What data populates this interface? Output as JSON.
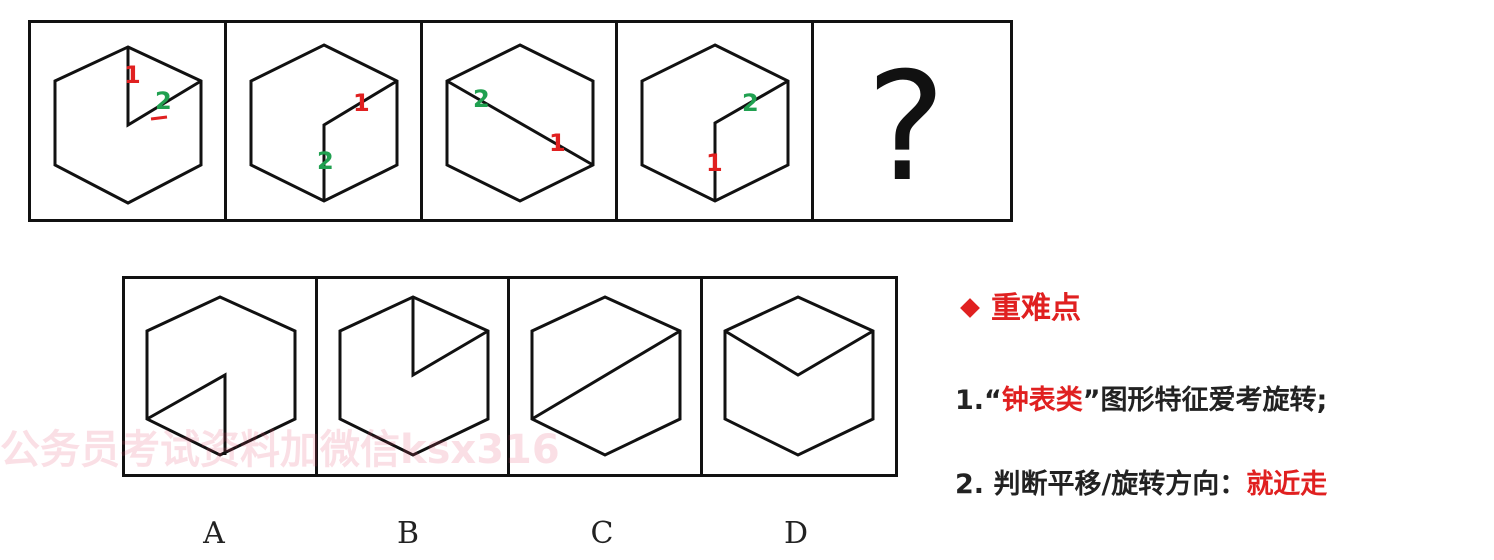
{
  "question_row": {
    "panels": [
      {
        "label_1": "1",
        "label_2": "2"
      },
      {
        "label_1": "1",
        "label_2": "2"
      },
      {
        "label_1": "1",
        "label_2": "2"
      },
      {
        "label_1": "1",
        "label_2": "2"
      }
    ],
    "unknown_mark": "?"
  },
  "options": {
    "labels": [
      "A",
      "B",
      "C",
      "D"
    ]
  },
  "notes": {
    "title": "重难点",
    "item1_prefix": "1.“",
    "item1_highlight": "钟表类",
    "item1_suffix": "”图形特征爱考旋转;",
    "item2_prefix": "2.  判断平移/旋转方向：",
    "item2_highlight": "就近走"
  },
  "watermark": "公务员考试资料加微信ksx316",
  "colors": {
    "label_1": "#e02020",
    "label_2": "#20a050",
    "accent": "#e02020",
    "line": "#111111"
  }
}
